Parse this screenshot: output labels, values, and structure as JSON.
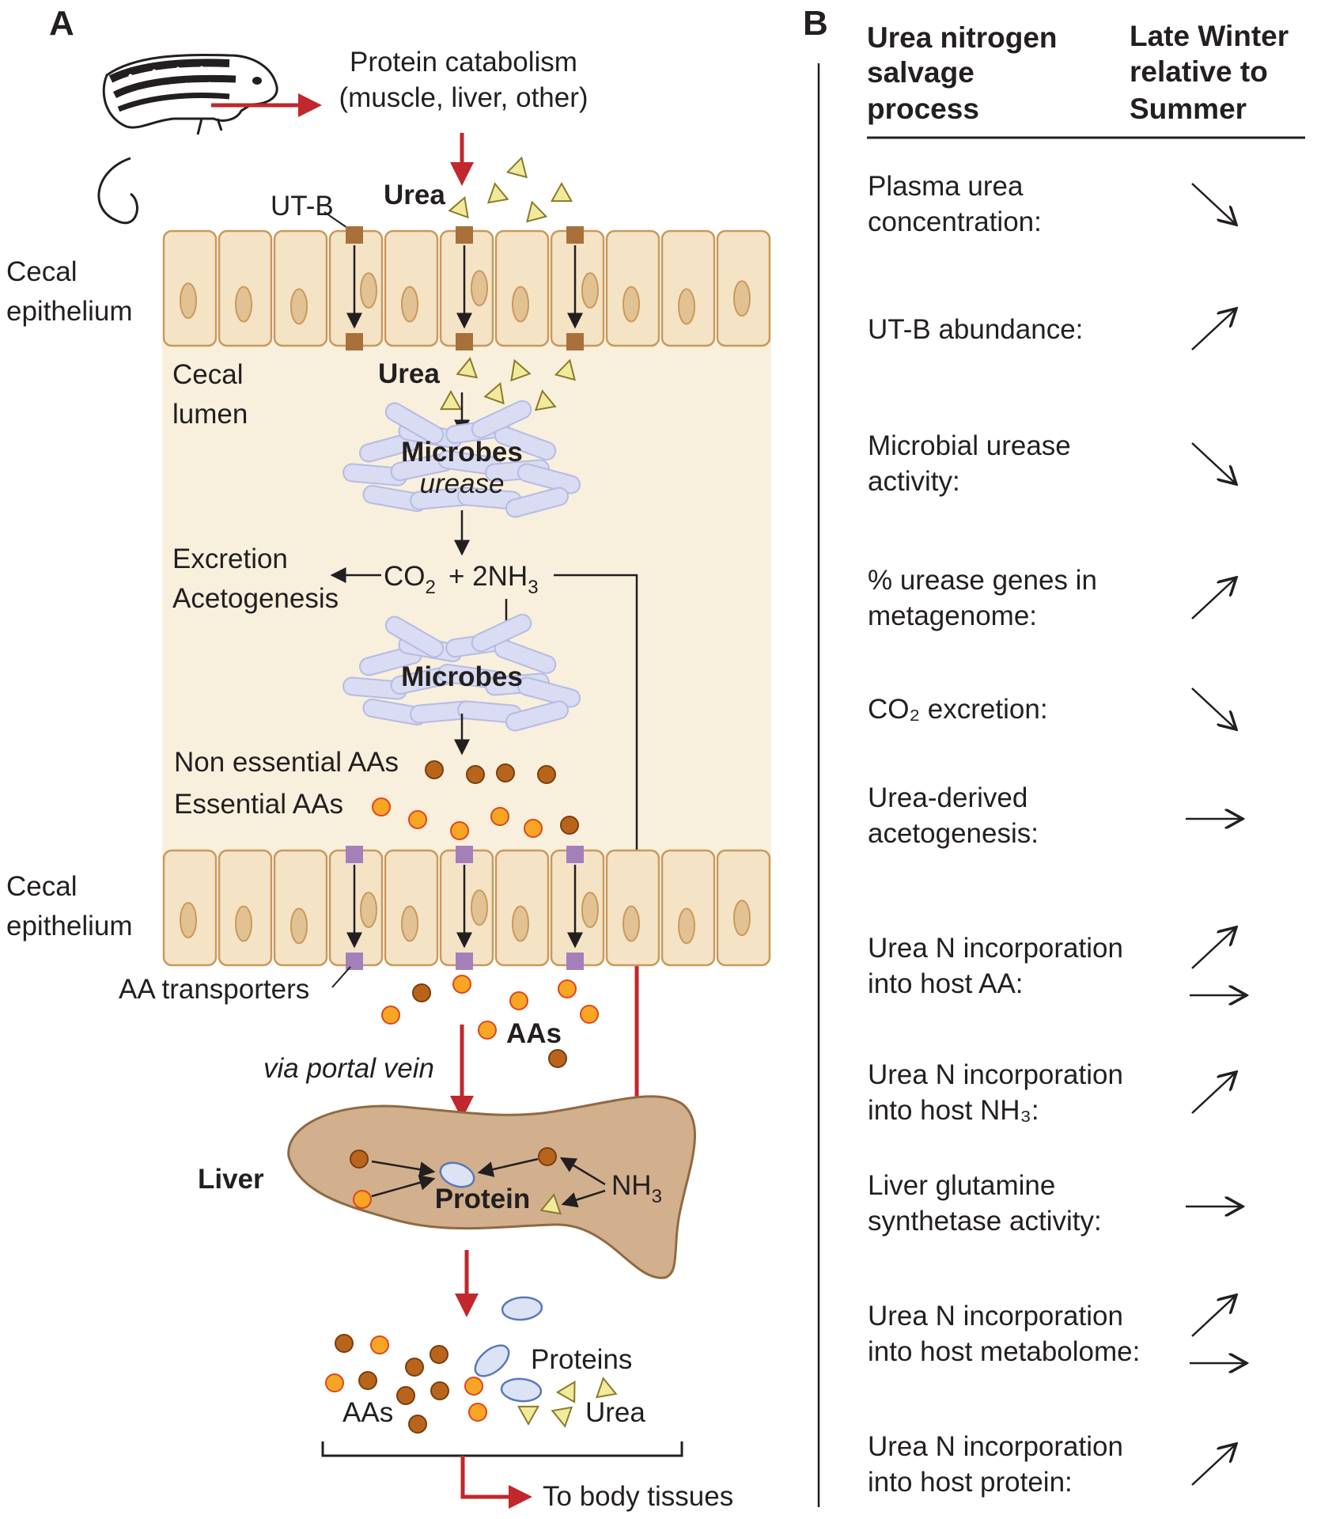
{
  "panel_a": {
    "letter": "A",
    "protein_catabolism": "Protein catabolism",
    "protein_catabolism_sources": "(muscle, liver, other)",
    "urea_top": "Urea",
    "ut_b": "UT-B",
    "cecal_epithelium_1": "Cecal",
    "cecal_epithelium_2": "epithelium",
    "cecal_lumen_1": "Cecal",
    "cecal_lumen_2": "lumen",
    "urea_lumen": "Urea",
    "microbes_1": "Microbes",
    "urease": "urease",
    "excretion": "Excretion",
    "acetogenesis": "Acetogenesis",
    "co2": "CO",
    "co2_sub": "2",
    "plus_2nh": "+ 2NH",
    "nh3_sub": "3",
    "microbes_2": "Microbes",
    "non_essential_aas": "Non essential AAs",
    "essential_aas": "Essential AAs",
    "aa_transporters": "AA transporters",
    "aas_mid": "AAs",
    "via_portal_vein": "via portal vein",
    "liver": "Liver",
    "protein": "Protein",
    "nh3_liver": "NH",
    "nh3_liver_sub": "3",
    "proteins": "Proteins",
    "aas_bottom": "AAs",
    "urea_bottom": "Urea",
    "to_body_tissues": "To body tissues"
  },
  "panel_b": {
    "letter": "B",
    "header_col1": [
      "Urea nitrogen",
      "salvage",
      "process"
    ],
    "header_col2": [
      "Late Winter",
      "relative to",
      "Summer"
    ],
    "rows": [
      {
        "lines": [
          "Plasma urea",
          "concentration:"
        ],
        "trend": [
          "down"
        ]
      },
      {
        "lines": [
          "UT-B abundance:"
        ],
        "trend": [
          "up"
        ]
      },
      {
        "lines": [
          "Microbial urease",
          "activity:"
        ],
        "trend": [
          "down"
        ]
      },
      {
        "lines": [
          "% urease genes in",
          "metagenome:"
        ],
        "trend": [
          "up"
        ]
      },
      {
        "lines": [
          "CO₂ excretion:"
        ],
        "trend": [
          "down"
        ]
      },
      {
        "lines": [
          "Urea-derived",
          "acetogenesis:"
        ],
        "trend": [
          "flat"
        ]
      },
      {
        "lines": [
          "Urea N incorporation",
          "into host AA:"
        ],
        "trend": [
          "up",
          "flat"
        ]
      },
      {
        "lines": [
          "Urea N incorporation",
          "into host NH₃:"
        ],
        "trend": [
          "up"
        ]
      },
      {
        "lines": [
          "Liver glutamine",
          "synthetase activity:"
        ],
        "trend": [
          "flat"
        ]
      },
      {
        "lines": [
          "Urea N incorporation",
          "into host metabolome:"
        ],
        "trend": [
          "up",
          "flat"
        ]
      },
      {
        "lines": [
          "Urea N incorporation",
          "into host protein:"
        ],
        "trend": [
          "up"
        ]
      }
    ]
  },
  "colors": {
    "red_arrow": "#c1272d",
    "cell_fill": "#f5e3c6",
    "cell_stroke": "#c99a5b",
    "nucleus": "#e2c293",
    "lumen_bg": "#f9efdd",
    "ut_b": "#a8703a",
    "aa_transporter": "#a57fba",
    "urea_tri": "#f1ea9c",
    "aa_essential": "#f6a623",
    "aa_nonessential": "#b8651b",
    "microbe_fill": "#d9dcf2",
    "microbe_stroke": "#b5bce3",
    "liver_fill": "#d2b08e",
    "liver_stroke": "#8f6a43",
    "protein_fill": "#dbe3f5",
    "protein_stroke": "#5b79b8"
  },
  "icons": [
    "chipmunk-icon",
    "urea-triangle-icon",
    "amino-acid-dot-icon",
    "microbe-cluster-icon",
    "liver-icon",
    "trend-arrow-icon"
  ]
}
